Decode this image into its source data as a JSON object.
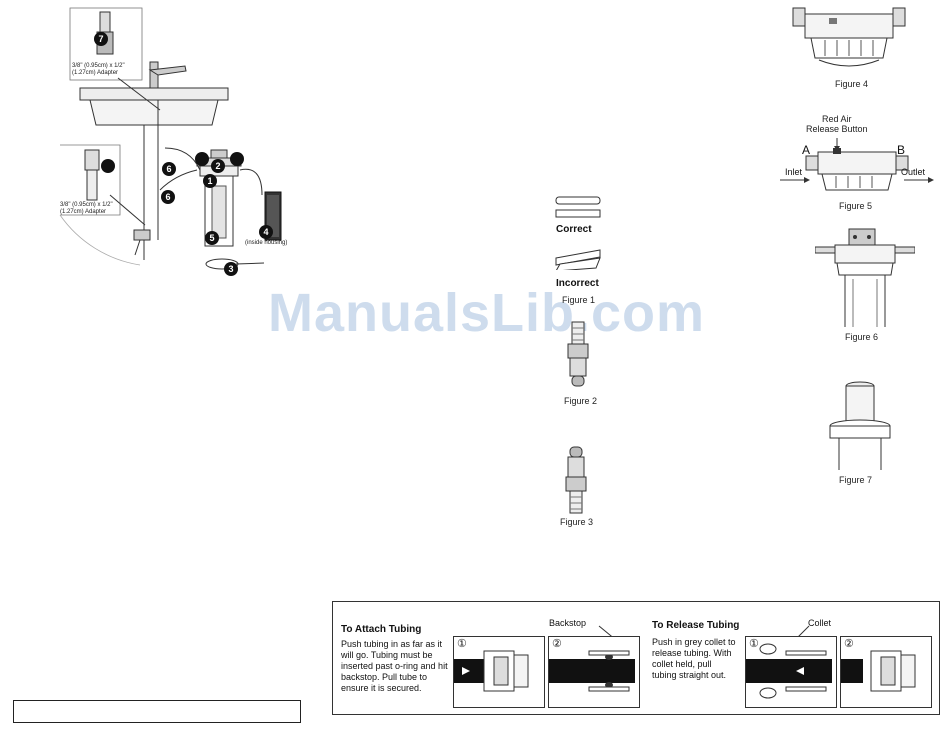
{
  "watermark": "ManualsLib.com",
  "install": {
    "adapter_top": "3/8\" (0.95cm) x 1/2\"\n(1.27cm) Adapter",
    "adapter_left": "3/8\" (0.95cm) x 1/2\"\n(1.27cm) Adapter",
    "inside_housing": "(inside housing)",
    "callouts": [
      "7",
      "6",
      "2",
      "1",
      "6",
      "5",
      "4",
      "3"
    ]
  },
  "figures": {
    "fig1_correct": "Correct",
    "fig1_incorrect": "Incorrect",
    "fig1": "Figure 1",
    "fig2": "Figure 2",
    "fig3": "Figure 3",
    "fig4": "Figure 4",
    "fig5": "Figure 5",
    "fig5_red_air": "Red Air\nRelease Button",
    "fig5_a": "A",
    "fig5_b": "B",
    "fig5_inlet": "Inlet",
    "fig5_outlet": "Outlet",
    "fig6": "Figure 6",
    "fig7": "Figure 7"
  },
  "tubing": {
    "attach_title": "To Attach Tubing",
    "attach_text": "Push tubing in as far as it will go. Tubing must be inserted past o-ring and hit backstop. Pull tube to ensure it is secured.",
    "backstop": "Backstop",
    "release_title": "To Release Tubing",
    "release_text": "Push in grey collet to release tubing. With collet held, pull tubing straight out.",
    "collet": "Collet",
    "step1": "①",
    "step2": "②"
  }
}
